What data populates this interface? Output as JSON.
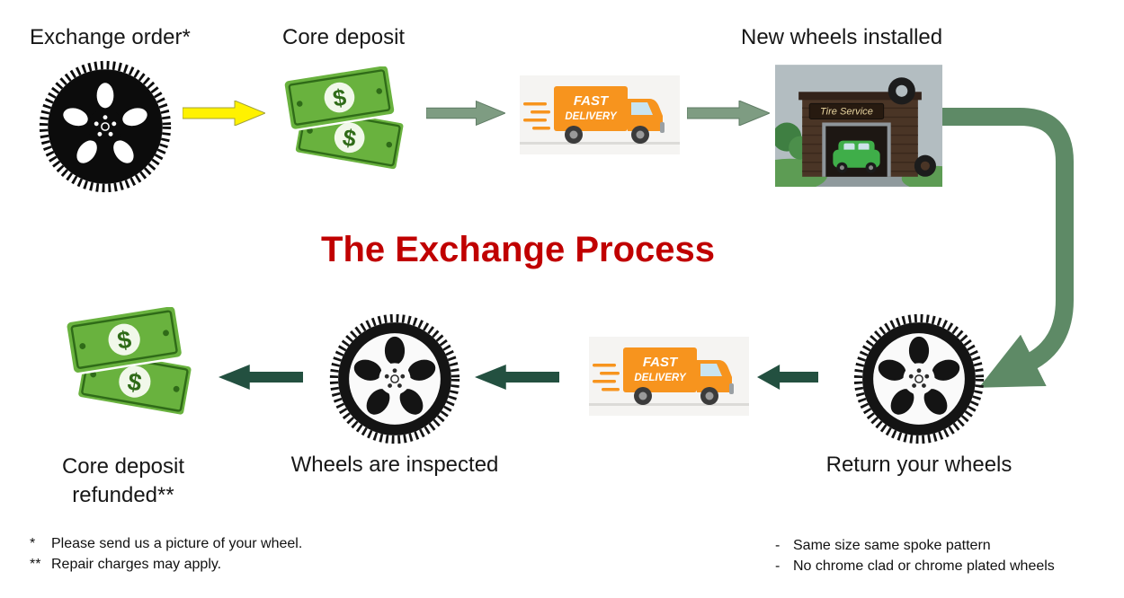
{
  "title": {
    "text": "The Exchange Process",
    "color": "#C00000"
  },
  "labels": {
    "exchange_order": "Exchange order*",
    "core_deposit": "Core deposit",
    "new_wheels_installed": "New wheels installed",
    "return_your_wheels": "Return your wheels",
    "wheels_are_inspected": "Wheels are inspected",
    "core_deposit_refunded": "Core deposit refunded**"
  },
  "truck": {
    "line1": "FAST",
    "line2": "DELIVERY"
  },
  "shop": {
    "sign": "Tire Service"
  },
  "footnotes_left": [
    {
      "marker": "*",
      "text": "Please send us a picture of your wheel."
    },
    {
      "marker": "**",
      "text": "Repair charges may apply."
    }
  ],
  "footnotes_right": [
    {
      "marker": "-",
      "text": "Same size same spoke pattern"
    },
    {
      "marker": "-",
      "text": "No chrome clad or chrome plated wheels"
    }
  ],
  "icons": [
    "wheel-icon",
    "money-icon",
    "delivery-truck-icon",
    "tire-shop-icon",
    "yellow-arrow-icon",
    "sage-arrow-icon",
    "dark-green-arrow-icon",
    "curved-arrow-icon"
  ],
  "colors": {
    "title_red": "#C00000",
    "arrow_yellow": "#FFF200",
    "arrow_sage": "#7E9C82",
    "arrow_dark_green": "#235040",
    "arrow_curve": "#5E8A66",
    "money_green": "#69B23E",
    "money_border_green": "#2F6B18",
    "truck_orange": "#F7941E",
    "shop_brown": "#4A3526"
  }
}
